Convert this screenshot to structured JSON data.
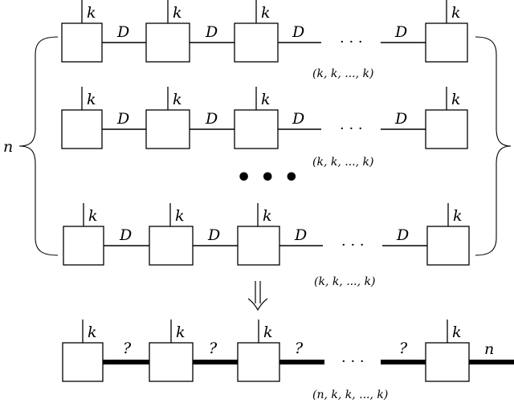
{
  "rows": [
    {
      "leg_label": "k",
      "bond_labels": [
        "D",
        "D",
        "D",
        "D"
      ],
      "ellipsis": "· · ·",
      "dimensions": "(k, k, ..., k)"
    },
    {
      "leg_label": "k",
      "bond_labels": [
        "D",
        "D",
        "D",
        "D"
      ],
      "ellipsis": "· · ·",
      "dimensions": "(k, k, ..., k)"
    },
    {
      "leg_label": "k",
      "bond_labels": [
        "D",
        "D",
        "D",
        "D"
      ],
      "ellipsis": "· · ·",
      "dimensions": "(k, k, ..., k)"
    }
  ],
  "between_rows_dots": "• • •",
  "brace_label": "n",
  "implies_symbol": "⇓",
  "result": {
    "leg_label": "k",
    "bond_labels": [
      "?",
      "?",
      "?",
      "?"
    ],
    "end_label": "n",
    "ellipsis": "· · ·",
    "dimensions": "(n, k, k, ..., k)"
  }
}
